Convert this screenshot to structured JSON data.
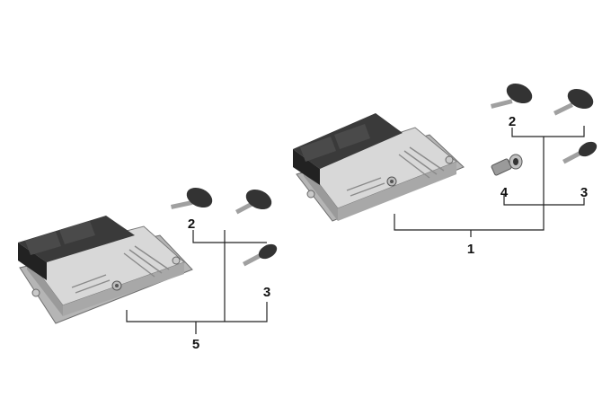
{
  "callouts": {
    "left_assembly": "5",
    "right_assembly": "1",
    "key_a": "2",
    "key_b": "3",
    "lock_cylinder": "4"
  },
  "colors": {
    "housing_light": "#d9d9d9",
    "housing_mid": "#b8b8b8",
    "housing_dark": "#8c8c8c",
    "connector": "#2e2e2e",
    "key_head": "#333333",
    "key_blade": "#a0a0a0",
    "lines": "#222222"
  }
}
